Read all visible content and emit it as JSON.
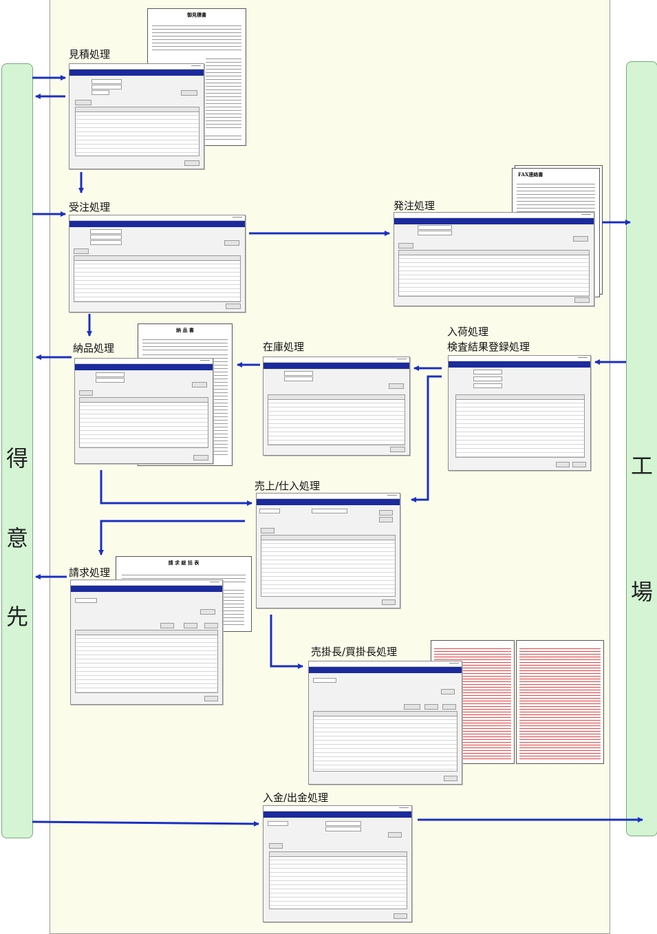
{
  "left_entity": {
    "label": "得意先",
    "chars": [
      "得",
      "意",
      "先"
    ]
  },
  "right_entity": {
    "label": "工場",
    "chars": [
      "工",
      "場"
    ]
  },
  "processes": [
    {
      "id": "estimate",
      "label": "見積処理"
    },
    {
      "id": "order",
      "label": "受注処理"
    },
    {
      "id": "purchase",
      "label": "発注処理"
    },
    {
      "id": "delivery",
      "label": "納品処理"
    },
    {
      "id": "stock",
      "label": "在庫処理"
    },
    {
      "id": "receiving",
      "label": "入荷処理"
    },
    {
      "id": "inspection",
      "label": "検査結果登録処理"
    },
    {
      "id": "sales",
      "label": "売上/仕入処理"
    },
    {
      "id": "billing",
      "label": "請求処理"
    },
    {
      "id": "ledger",
      "label": "売掛長/買掛長処理"
    },
    {
      "id": "payment",
      "label": "入金/出金処理"
    }
  ],
  "doc_titles": {
    "estimate": "御見積書",
    "fax": "FAX連絡書",
    "delivery": "納 品 書",
    "invoice": "請 求 総 括 表"
  },
  "colors": {
    "arrow": "#1a2fc4",
    "entity_fill": "#d4f4d4",
    "canvas": "#fcfcea",
    "caption": "#1b2b9c"
  }
}
